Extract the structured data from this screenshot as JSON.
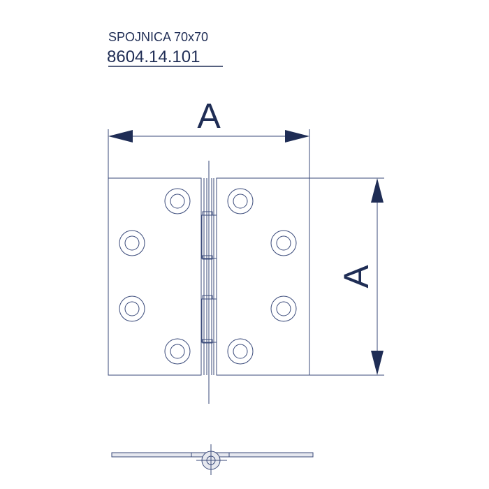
{
  "title": "SPOJNICA 70x70",
  "part_number": "8604.14.101",
  "dimensions": {
    "width_label": "A",
    "height_label": "A"
  },
  "colors": {
    "line": "#3a4a7a",
    "arrow": "#1f2d55",
    "text": "#1f2d55"
  }
}
